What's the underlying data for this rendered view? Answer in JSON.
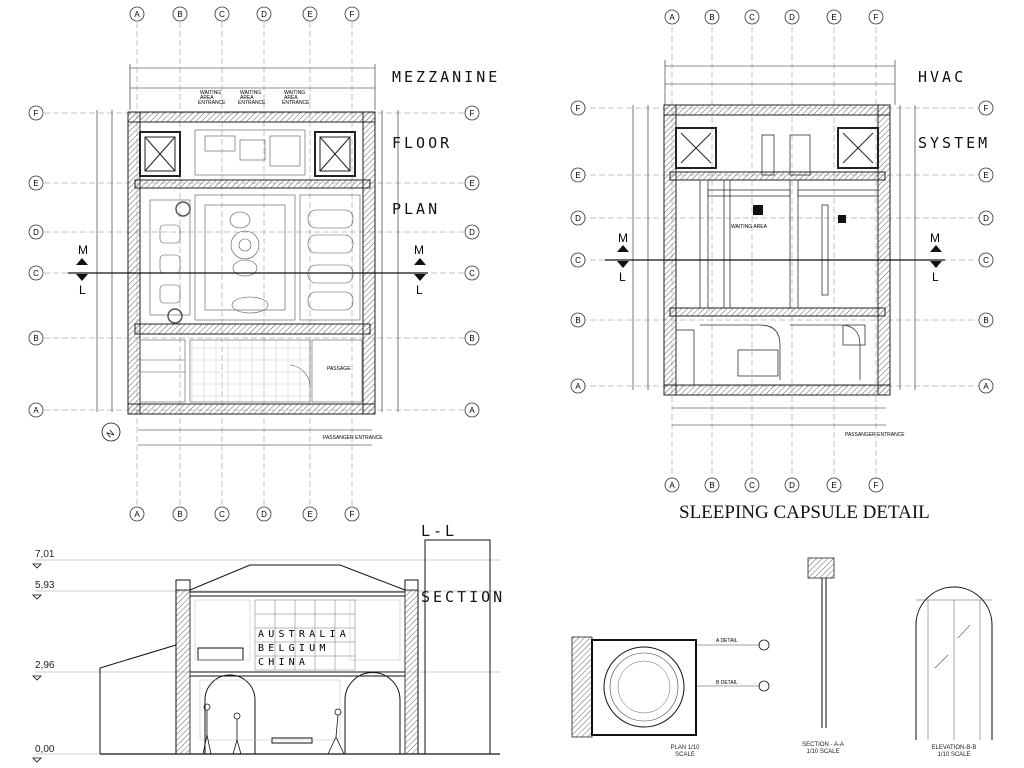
{
  "mezzanine": {
    "title_lines": [
      "MEZZANINE",
      "FLOOR",
      "PLAN"
    ],
    "grid_cols": [
      "A",
      "B",
      "C",
      "D",
      "E",
      "F"
    ],
    "grid_rows": [
      "F",
      "E",
      "D",
      "C",
      "B",
      "A"
    ],
    "section_marks": [
      "M",
      "L"
    ],
    "waiting_labels": [
      "WAITING\nAREA\nENTRANCE",
      "WAITING\nAREA\nENTRANCE",
      "WAITING\nAREA\nENTRANCE"
    ],
    "passage": "PASSAGE",
    "entrance": "PASSANGER ENTRANCE"
  },
  "hvac": {
    "title_lines": [
      "HVAC",
      "SYSTEM"
    ],
    "grid_cols": [
      "A",
      "B",
      "C",
      "D",
      "E",
      "F"
    ],
    "grid_rows": [
      "F",
      "E",
      "D",
      "C",
      "B",
      "A"
    ],
    "section_marks": [
      "M",
      "L"
    ],
    "waiting_area": "WAITING AREA",
    "entrance": "PASSANGER ENTRANCE"
  },
  "ll_section": {
    "title_lines": [
      "L-L",
      "SECTION"
    ],
    "levels": [
      "7,01",
      "5,93",
      "2,96",
      "0,00"
    ],
    "wall_words": [
      "AUSTRALIA",
      "BELGIUM",
      "CHINA"
    ]
  },
  "capsule": {
    "title": "SLEEPING CAPSULE DETAIL",
    "captions": {
      "plan": [
        "PLAN 1/10",
        "SCALE"
      ],
      "section": [
        "SECTION - A-A",
        "1/10 SCALE"
      ],
      "elevation": [
        "ELEVATION-B-B",
        "1/10 SCALE"
      ]
    },
    "detail_labels": [
      "A DETAIL",
      "B DETAIL"
    ]
  }
}
